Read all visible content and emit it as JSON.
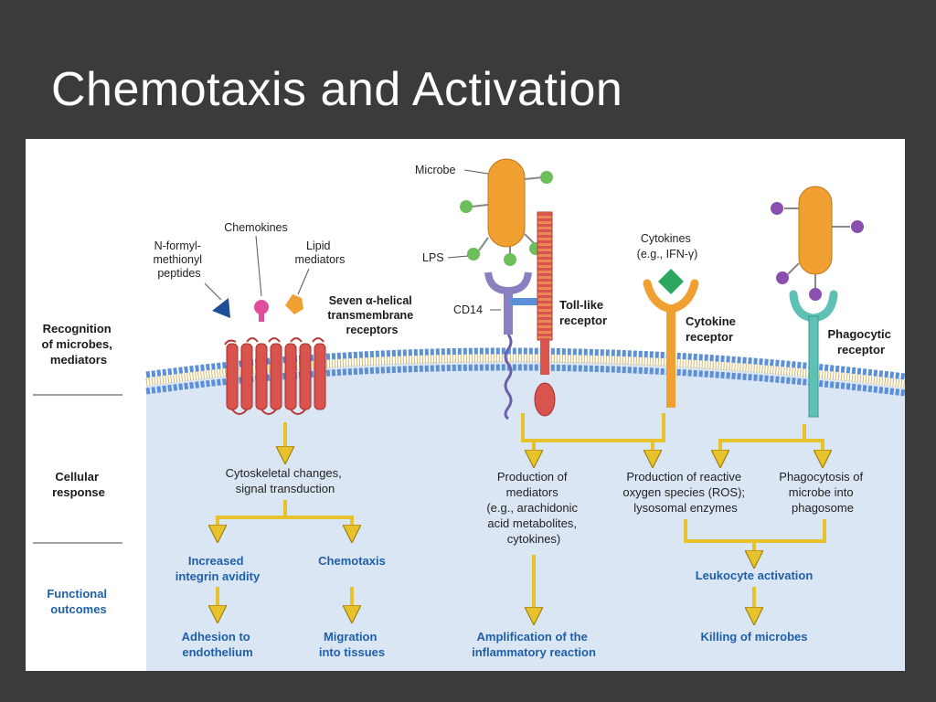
{
  "slide": {
    "title": "Chemotaxis and Activation"
  },
  "row_labels": {
    "recognition": [
      "Recognition",
      "of microbes,",
      "mediators"
    ],
    "cellular": [
      "Cellular",
      "response"
    ],
    "functional": [
      "Functional",
      "outcomes"
    ]
  },
  "ligands": {
    "nformyl": [
      "N-formyl-",
      "methionyl",
      "peptides"
    ],
    "chemokines": "Chemokines",
    "lipid": [
      "Lipid",
      "mediators"
    ],
    "microbe": "Microbe",
    "lps": "LPS",
    "cd14": "CD14",
    "cytokines": [
      "Cytokines",
      "(e.g., IFN-γ)"
    ]
  },
  "receptors": {
    "seven_helical": [
      "Seven α-helical",
      "transmembrane",
      "receptors"
    ],
    "toll_like": [
      "Toll-like",
      "receptor"
    ],
    "cytokine": [
      "Cytokine",
      "receptor"
    ],
    "phagocytic": [
      "Phagocytic",
      "receptor"
    ]
  },
  "cellular_responses": {
    "cytoskeletal": [
      "Cytoskeletal changes,",
      "signal transduction"
    ],
    "mediators": [
      "Production of",
      "mediators",
      "(e.g., arachidonic",
      "acid metabolites,",
      "cytokines)"
    ],
    "ros": [
      "Production of reactive",
      "oxygen species (ROS);",
      "lysosomal enzymes"
    ],
    "phagocytosis": [
      "Phagocytosis of",
      "microbe into",
      "phagosome"
    ]
  },
  "outcomes": {
    "integrin": [
      "Increased",
      "integrin avidity"
    ],
    "chemotaxis": "Chemotaxis",
    "leukocyte_activation": "Leukocyte activation",
    "adhesion": [
      "Adhesion to",
      "endothelium"
    ],
    "migration": [
      "Migration",
      "into tissues"
    ],
    "amplification": [
      "Amplification of the",
      "inflammatory reaction"
    ],
    "killing": "Killing of microbes"
  },
  "colors": {
    "membrane_head": "#5b8fd6",
    "cytoplasm": "#dbe6f5",
    "arrow": "#e8c22a",
    "receptor_red": "#d9534f",
    "microbe": "#f0a030",
    "outcome_blue": "#1f5fa8"
  }
}
